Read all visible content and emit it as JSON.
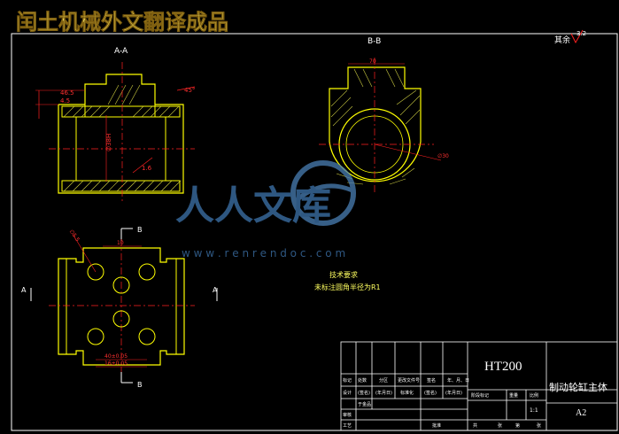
{
  "banner": {
    "title": "闰土机械外文翻译成品"
  },
  "roughness": {
    "label": "其余",
    "value": "3.2"
  },
  "views": {
    "section_aa": "A-A",
    "section_bb": "B-B",
    "arrow_a_left": "A",
    "arrow_a_right": "A",
    "arrow_b_top": "B",
    "arrow_b_bottom": "B"
  },
  "dims": {
    "d_top_left": "46.5",
    "d_mid_left": "4.5",
    "d_angle": "45°",
    "d_bore": "∅38H",
    "d_rough": "1.6",
    "bb_width": "70",
    "bb_dia": "∅30",
    "plan_hole": "∅5.5",
    "plan_top": "10",
    "plan_w1": "40±0.05",
    "plan_w2": "16±0.05"
  },
  "tech_req": {
    "title": "技术要求",
    "line": "未标注圆角半径为R1"
  },
  "watermark": {
    "cn": "人人文库",
    "url": "w w w . r e n r e n d o c . c o m"
  },
  "title_block": {
    "material": "HT200",
    "part_name": "制动轮缸主体",
    "sheet_size": "A2",
    "scale": "1:1",
    "rows": {
      "r1": [
        "标记",
        "处数",
        "分区",
        "更改文件号",
        "签名",
        "年、月、日"
      ],
      "r2": [
        "设计",
        "(签名)",
        "(年月日)",
        "标准化",
        "(签名)",
        "(年月日)"
      ],
      "designer": "于金品",
      "r3_left": "审核",
      "r4_left": "工艺",
      "r4_mid": "批准",
      "stage": [
        "阶段标记",
        "重量",
        "比例"
      ],
      "sheet": [
        "共",
        "张",
        "第",
        "张"
      ]
    }
  }
}
